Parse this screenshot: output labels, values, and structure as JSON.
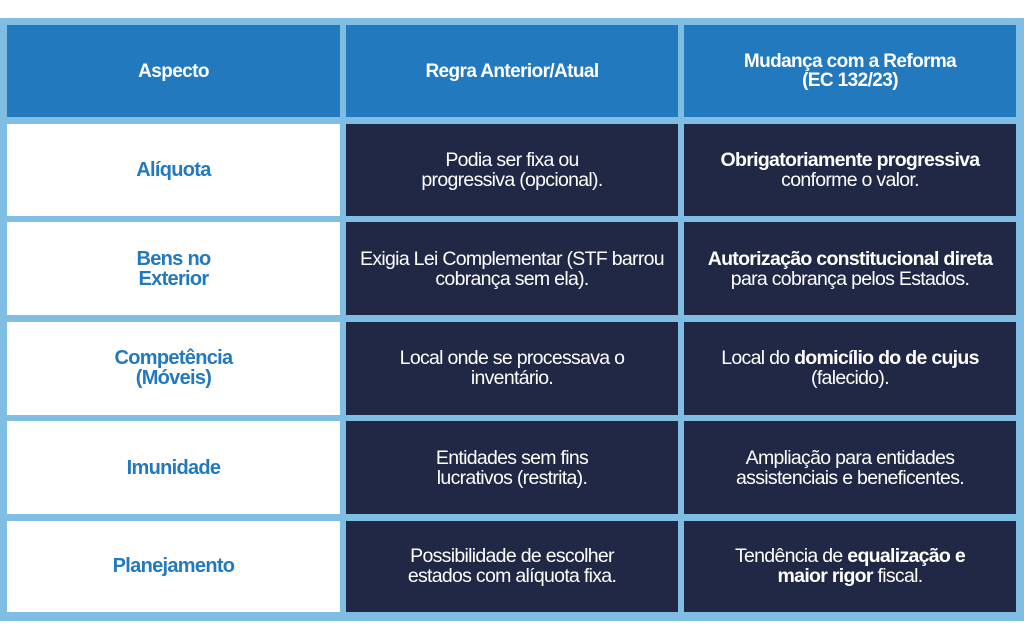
{
  "colors": {
    "border": "#7fbde3",
    "header_bg": "#2279be",
    "aspect_bg": "#ffffff",
    "aspect_text": "#2279be",
    "dark_bg": "#212845",
    "text_light": "#ffffff"
  },
  "headers": [
    "Aspecto",
    "Regra Anterior/Atual",
    "Mudança com a Reforma (EC 132/23)"
  ],
  "rows": [
    {
      "aspect": "Alíquota",
      "previous": "Podia ser fixa ou progressiva (opcional).",
      "change": {
        "bold": "Obrigatoriamente progressiva",
        "rest": " conforme o valor."
      }
    },
    {
      "aspect": "Bens no Exterior",
      "previous": "Exigia Lei Complementar (STF barrou cobrança sem ela).",
      "change": {
        "bold": "Autorização constitucional direta",
        "rest": " para cobrança pelos Estados."
      }
    },
    {
      "aspect": "Competência (Móveis)",
      "previous": "Local onde se processava o inventário.",
      "change": {
        "pre": "Local do ",
        "bold": "domicílio do de cujus",
        "rest": " (falecido)."
      }
    },
    {
      "aspect": "Imunidade",
      "previous": "Entidades sem fins lucrativos (restrita).",
      "change": {
        "rest": "Ampliação para entidades assistenciais e beneficentes."
      }
    },
    {
      "aspect": "Planejamento",
      "previous": "Possibilidade de escolher estados com alíquota fixa.",
      "change": {
        "pre": "Tendência de ",
        "bold": "equalização e maior rigor",
        "rest": " fiscal."
      }
    }
  ]
}
